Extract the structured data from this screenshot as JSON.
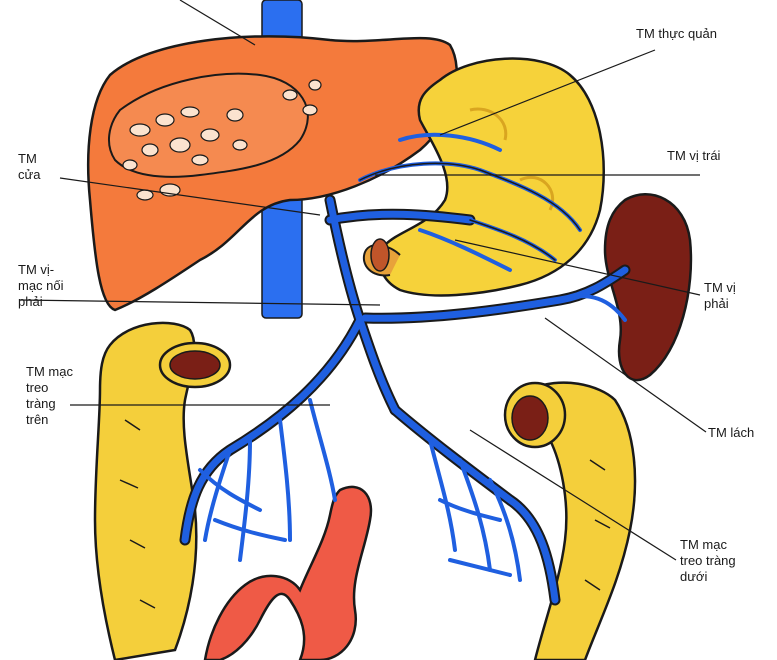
{
  "labels": {
    "esophageal": "TM thực quản",
    "portal": "TM\ncửa",
    "left_gastric": "TM vị trái",
    "right_gastroepiploic": "TM vị-\nmạc nối\nphải",
    "right_gastric": "TM vị\nphải",
    "superior_mesenteric": "TM mạc\ntreo\ntràng\ntrên",
    "splenic": "TM lách",
    "inferior_mesenteric": "TM mạc\ntreo tràng\ndưới"
  },
  "colors": {
    "liver": "#f47a3c",
    "vein": "#1f5fe0",
    "vena_cava": "#2b6ff0",
    "stomach": "#f6d23a",
    "spleen": "#7a1f16",
    "colon": "#f4cf3b",
    "small_intestine": "#ef5a46",
    "outline": "#1a1a1a"
  }
}
